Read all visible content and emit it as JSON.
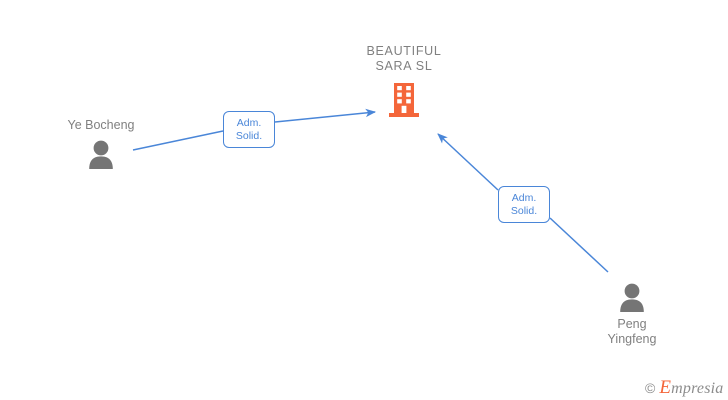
{
  "diagram": {
    "type": "relationship-graph",
    "background_color": "#ffffff",
    "company": {
      "name": "BEAUTIFUL\nSARA  SL",
      "icon": "building-icon",
      "icon_color": "#f4663a",
      "text_color": "#808080"
    },
    "persons": [
      {
        "id": "left",
        "name": "Ye Bocheng",
        "icon": "person-icon",
        "icon_color": "#757575",
        "label_position": "above"
      },
      {
        "id": "right",
        "name": "Peng\nYingfeng",
        "icon": "person-icon",
        "icon_color": "#757575",
        "label_position": "below"
      }
    ],
    "relations": [
      {
        "id": "left",
        "label": "Adm.\nSolid.",
        "from": "Ye Bocheng",
        "to": "BEAUTIFUL SARA  SL",
        "color": "#4a86d8"
      },
      {
        "id": "right",
        "label": "Adm.\nSolid.",
        "from": "Peng Yingfeng",
        "to": "BEAUTIFUL SARA  SL",
        "color": "#4a86d8"
      }
    ],
    "watermark": {
      "copyright": "©",
      "brand_initial": "E",
      "brand_rest": "mpresia",
      "brand_color": "#f4663a",
      "text_color": "#8c8c8c"
    }
  }
}
